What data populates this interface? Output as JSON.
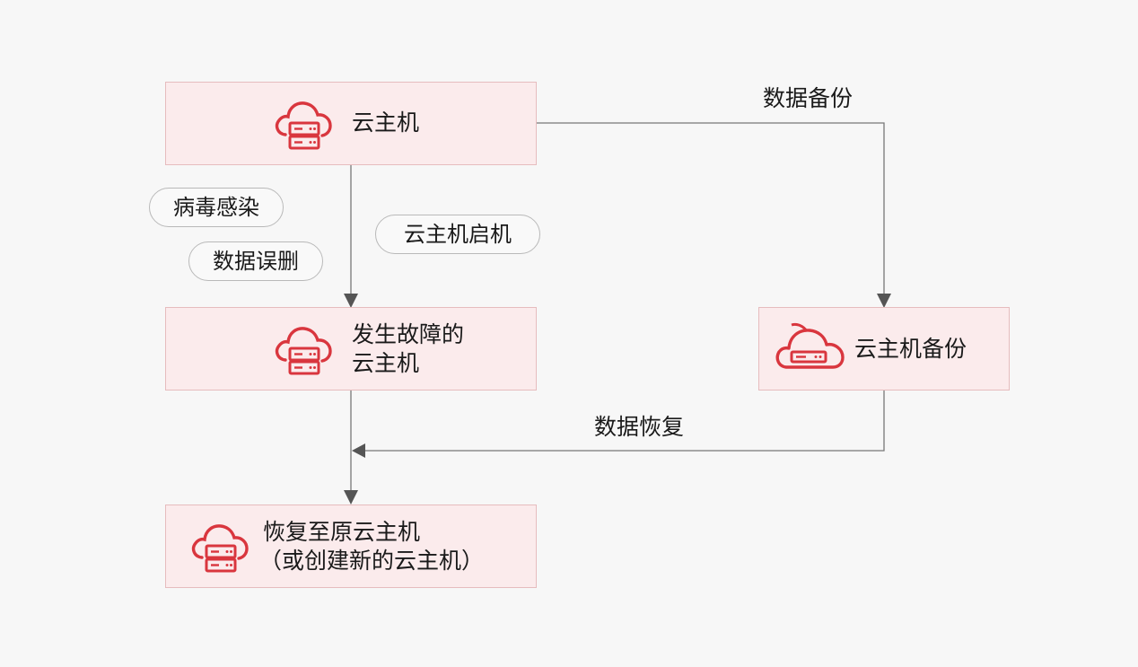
{
  "nodes": {
    "host": {
      "label": "云主机"
    },
    "faulty_host": {
      "line1": "发生故障的",
      "line2": "云主机"
    },
    "backup": {
      "label": "云主机备份"
    },
    "restore": {
      "line1": "恢复至原云主机",
      "line2": "（或创建新的云主机）"
    }
  },
  "causes": {
    "virus": "病毒感染",
    "deletion": "数据误删",
    "boot": "云主机启机"
  },
  "edges": {
    "backup_label": "数据备份",
    "restore_label": "数据恢复"
  },
  "colors": {
    "icon": "#d9363e",
    "node_fill": "#fbebec",
    "node_border": "#e6bcbe",
    "line": "#777777"
  },
  "icons": {
    "host": "cloud-server-icon",
    "faulty_host": "cloud-server-icon",
    "backup": "cloud-backup-icon",
    "restore": "cloud-server-icon"
  }
}
